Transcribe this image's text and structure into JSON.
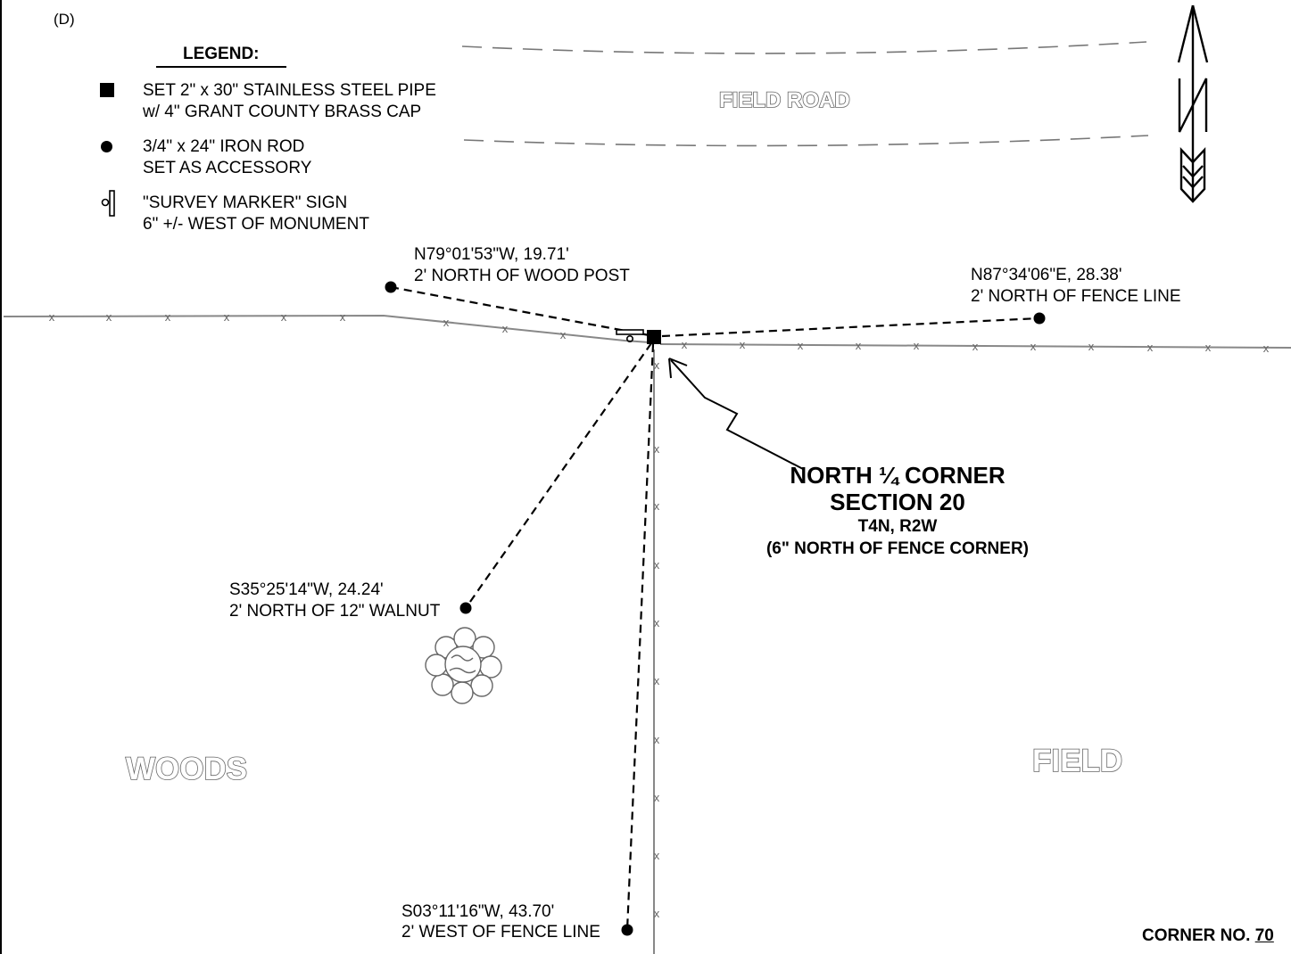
{
  "panel_label": "(D)",
  "legend": {
    "title": "LEGEND:",
    "items": [
      {
        "icon": "square-monument-icon",
        "line1": "SET 2\" x 30\" STAINLESS STEEL PIPE",
        "line2": "w/ 4\" GRANT COUNTY BRASS CAP"
      },
      {
        "icon": "dot-rod-icon",
        "line1": "3/4\" x 24\" IRON ROD",
        "line2": "SET AS ACCESSORY"
      },
      {
        "icon": "sign-icon",
        "line1": "\"SURVEY MARKER\" SIGN",
        "line2": "6\" +/- WEST OF MONUMENT"
      }
    ]
  },
  "areas": {
    "field_road": "FIELD ROAD",
    "woods": "WOODS",
    "field": "FIELD"
  },
  "ties": {
    "nw": {
      "bearing": "N79°01'53\"W, 19.71'",
      "desc": "2' NORTH OF WOOD POST"
    },
    "ne": {
      "bearing": "N87°34'06\"E, 28.38'",
      "desc": "2' NORTH OF FENCE LINE"
    },
    "sw": {
      "bearing": "S35°25'14\"W, 24.24'",
      "desc": "2' NORTH OF 12\" WALNUT"
    },
    "s": {
      "bearing": "S03°11'16\"W, 43.70'",
      "desc": "2' WEST OF FENCE LINE"
    }
  },
  "corner": {
    "title1": "NORTH ¼ CORNER",
    "title2": "SECTION 20",
    "township": "T4N, R2W",
    "note": "(6\" NORTH OF FENCE CORNER)"
  },
  "corner_no": {
    "label": "CORNER NO.",
    "number": "70"
  },
  "colors": {
    "ink": "#000000",
    "fence": "#888888",
    "road": "#777777",
    "area_stroke": "#666666"
  }
}
